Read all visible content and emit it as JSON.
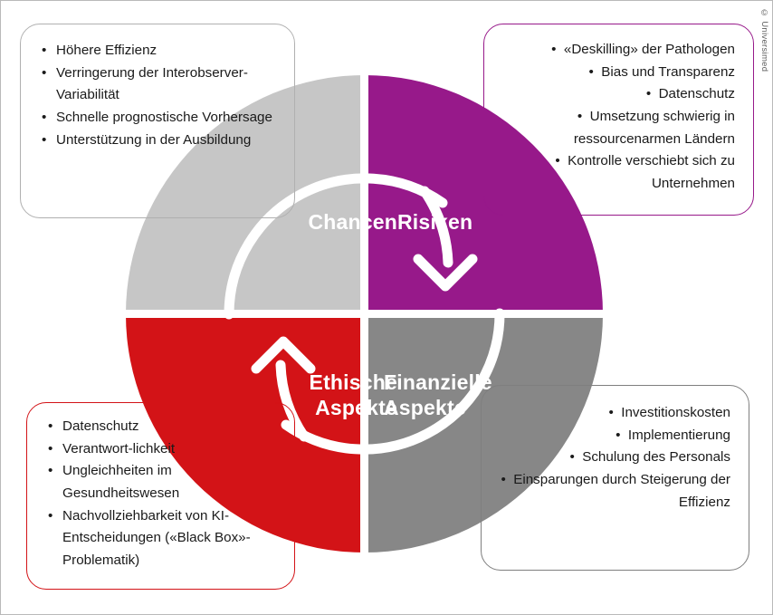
{
  "figure": {
    "copyright": "© Universimed",
    "colors": {
      "chancen": "#c6c6c6",
      "risiken": "#97198a",
      "ethische": "#d31317",
      "finanzielle": "#878787",
      "label_text": "#ffffff",
      "body_text": "#1a1a1a",
      "arrow": "#ffffff"
    }
  },
  "wheel": {
    "quadrants": [
      {
        "key": "chancen",
        "label": "Chancen",
        "color": "#c6c6c6"
      },
      {
        "key": "risiken",
        "label": "Risiken",
        "color": "#97198a"
      },
      {
        "key": "ethische",
        "label": "Ethische\nAspekte",
        "color": "#d31317"
      },
      {
        "key": "finanzielle",
        "label": "Finanzielle\nAspekte",
        "color": "#878787"
      }
    ],
    "arrows": [
      {
        "name": "top-clockwise-arrow",
        "direction": "clockwise-down-right"
      },
      {
        "name": "bottom-counter-arrow",
        "direction": "counter-up-left"
      }
    ]
  },
  "boxes": {
    "chancen": {
      "title": "Chancen",
      "border_color": "#b0b0b0",
      "align": "left",
      "bullet": "•",
      "items": [
        "Höhere Effizienz",
        "Verringerung der Interobserver-Variabilität",
        "Schnelle prognostische Vorhersage",
        "Unterstützung in der Ausbildung"
      ]
    },
    "risiken": {
      "title": "Risiken",
      "border_color": "#97198a",
      "align": "right",
      "bullet": "•",
      "items": [
        "«Deskilling» der Pathologen",
        "Bias und Transparenz",
        "Datenschutz",
        "Umsetzung schwierig in ressourcenarmen Ländern",
        "Kontrolle verschiebt sich zu Unternehmen"
      ]
    },
    "ethische": {
      "title": "Ethische Aspekte",
      "border_color": "#d31317",
      "align": "left",
      "bullet": "•",
      "items": [
        "Datenschutz",
        "Verantwort-lichkeit",
        "Ungleichheiten im Gesundheitswesen",
        "Nachvollziehbarkeit von KI-Entscheidungen («Black Box»-Problematik)"
      ]
    },
    "finanzielle": {
      "title": "Finanzielle Aspekte",
      "border_color": "#7f7f7f",
      "align": "right",
      "bullet": "•",
      "items": [
        "Investitionskosten",
        "Implementierung",
        "Schulung des Personals",
        "Einsparungen durch Steigerung der Effizienz"
      ]
    }
  }
}
